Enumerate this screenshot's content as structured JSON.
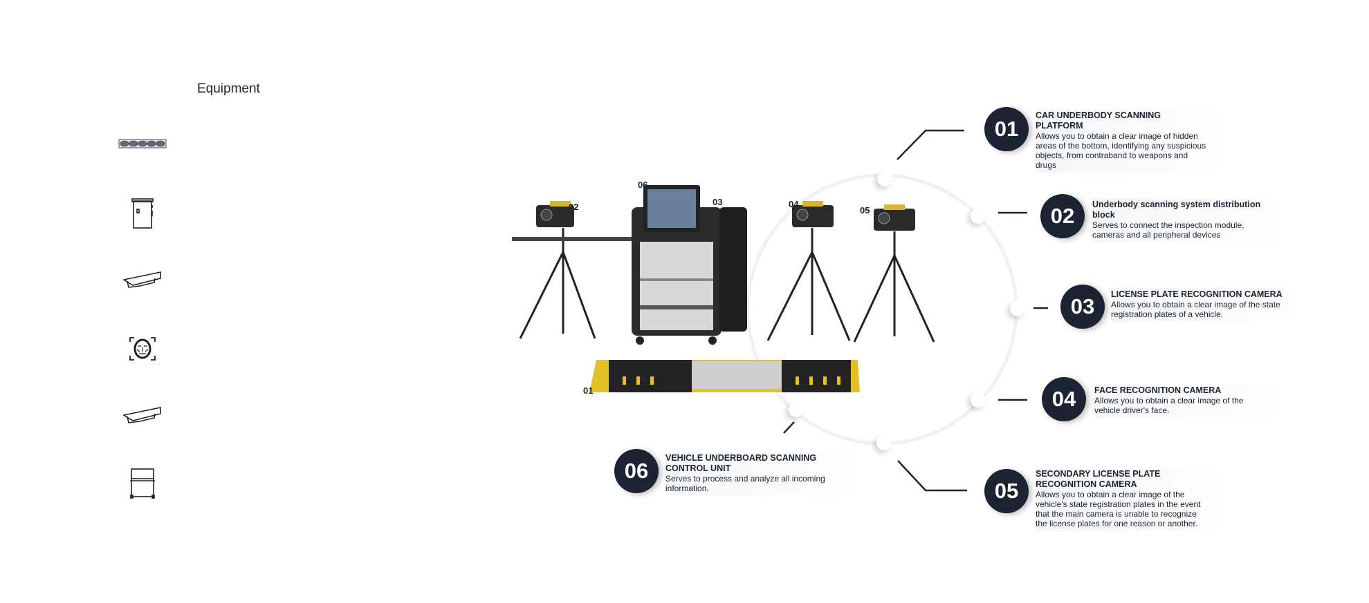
{
  "header": {
    "title": "Equipment"
  },
  "sidebar": {
    "icons": [
      {
        "name": "scanning-platform-icon"
      },
      {
        "name": "distribution-cabinet-icon"
      },
      {
        "name": "license-plate-camera-icon"
      },
      {
        "name": "face-recognition-icon"
      },
      {
        "name": "secondary-camera-icon"
      },
      {
        "name": "control-unit-icon"
      }
    ]
  },
  "product_labels": [
    "01",
    "02",
    "03",
    "04",
    "05",
    "06"
  ],
  "callouts": [
    {
      "number": "01",
      "title": "CAR UNDERBODY SCANNING PLATFORM",
      "description": "Allows you to obtain a clear image of hidden areas of the bottom, identifying any suspicious objects, from contraband to weapons and drugs"
    },
    {
      "number": "02",
      "title": "Underbody scanning system distribution block",
      "description": "Serves to connect the inspection module, cameras and all peripheral devices"
    },
    {
      "number": "03",
      "title": "LICENSE PLATE RECOGNITION CAMERA",
      "description": "Allows you to obtain a clear image of the state registration plates of a vehicle."
    },
    {
      "number": "04",
      "title": "FACE RECOGNITION CAMERA",
      "description": "Allows you to obtain a clear image of the vehicle driver's face."
    },
    {
      "number": "05",
      "title": "SECONDARY LICENSE PLATE RECOGNITION CAMERA",
      "description": "Allows you to obtain a clear image of the vehicle's state registration plates in the event that the main camera is unable to recognize the license plates for one reason or another."
    },
    {
      "number": "06",
      "title": "VEHICLE UNDERBOARD SCANNING CONTROL UNIT",
      "description": "Serves to process and analyze all incoming information."
    }
  ],
  "colors": {
    "accent": "#1c2333",
    "yellow": "#e3c227"
  }
}
